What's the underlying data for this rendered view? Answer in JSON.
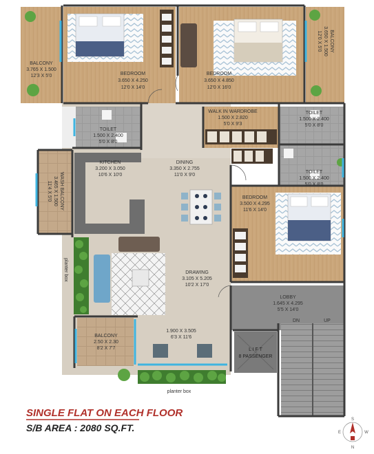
{
  "rooms": {
    "balcony_left": {
      "name": "BALCONY",
      "dim_m": "3.765 X 1.500",
      "dim_ft": "12'3 X 5'0"
    },
    "bedroom_1": {
      "name": "BEDROOM",
      "dim_m": "3.650 X 4.250",
      "dim_ft": "12'0 X 14'0"
    },
    "bedroom_2": {
      "name": "BEDROOM",
      "dim_m": "3.650 X 4.850",
      "dim_ft": "12'0 X 16'0"
    },
    "balcony_right": {
      "name": "BALCONY",
      "dim_m": "3.650 X 1.500",
      "dim_ft": "12'0 X 5'0"
    },
    "toilet_1": {
      "name": "TOILET",
      "dim_m": "1.500 X 2.400",
      "dim_ft": "5'0 X 8'0"
    },
    "walk_in_wardrobe": {
      "name": "WALK IN WARDROBE",
      "dim_m": "1.500 X 2.820",
      "dim_ft": "5'0 X 9'3"
    },
    "toilet_2": {
      "name": "TOILET",
      "dim_m": "1.500 X 2.400",
      "dim_ft": "5'0 X 8'0"
    },
    "kitchen": {
      "name": "KITCHEN",
      "dim_m": "3.200 X 3.050",
      "dim_ft": "10'6 X 10'0"
    },
    "dining": {
      "name": "DINING",
      "dim_m": "3.350 X 2.755",
      "dim_ft": "11'0 X 9'0"
    },
    "toilet_3": {
      "name": "TOILET",
      "dim_m": "1.500 X 2.400",
      "dim_ft": "5'0 X 8'0"
    },
    "wash_balcony": {
      "name": "WASH BALCONY",
      "dim_m": "3.465 X 1.500",
      "dim_ft": "11'4 X 5'0"
    },
    "bedroom_3": {
      "name": "BEDROOM",
      "dim_m": "3.500 X 4.295",
      "dim_ft": "11'6 X 14'0"
    },
    "drawing": {
      "name": "DRAWING",
      "dim_m": "3.105 X 5.205",
      "dim_ft": "10'2 X 17'0"
    },
    "lobby": {
      "name": "LOBBY",
      "dim_m": "1.645 X 4.295",
      "dim_ft": "5'5 X 14'0"
    },
    "balcony_bottom": {
      "name": "BALCONY",
      "dim_m": "2.50 X 2.30",
      "dim_ft": "8'2 X 7'7"
    },
    "foyer": {
      "dim_m": "1.900 X 3.505",
      "dim_ft": "6'3 X 11'6"
    },
    "lift": {
      "name": "L I F T",
      "capacity": "8 PASSENGER"
    }
  },
  "stairs": {
    "down": "DN",
    "up": "UP"
  },
  "planter_box_side": "planter box",
  "planter_box_bottom": "planter box",
  "footer": {
    "title": "SINGLE FLAT ON EACH FLOOR",
    "area": "S/B AREA : 2080 SQ.FT."
  },
  "compass": {
    "n": "N",
    "s": "S",
    "e": "E",
    "w": "W"
  },
  "colors": {
    "wall": "#3b3b3b",
    "floor_wood": "#c9a77c",
    "floor_marble": "#d8d2c6",
    "floor_dark": "#8d8d8d",
    "glass": "#3fb4e0",
    "accent": "#b0302a"
  }
}
